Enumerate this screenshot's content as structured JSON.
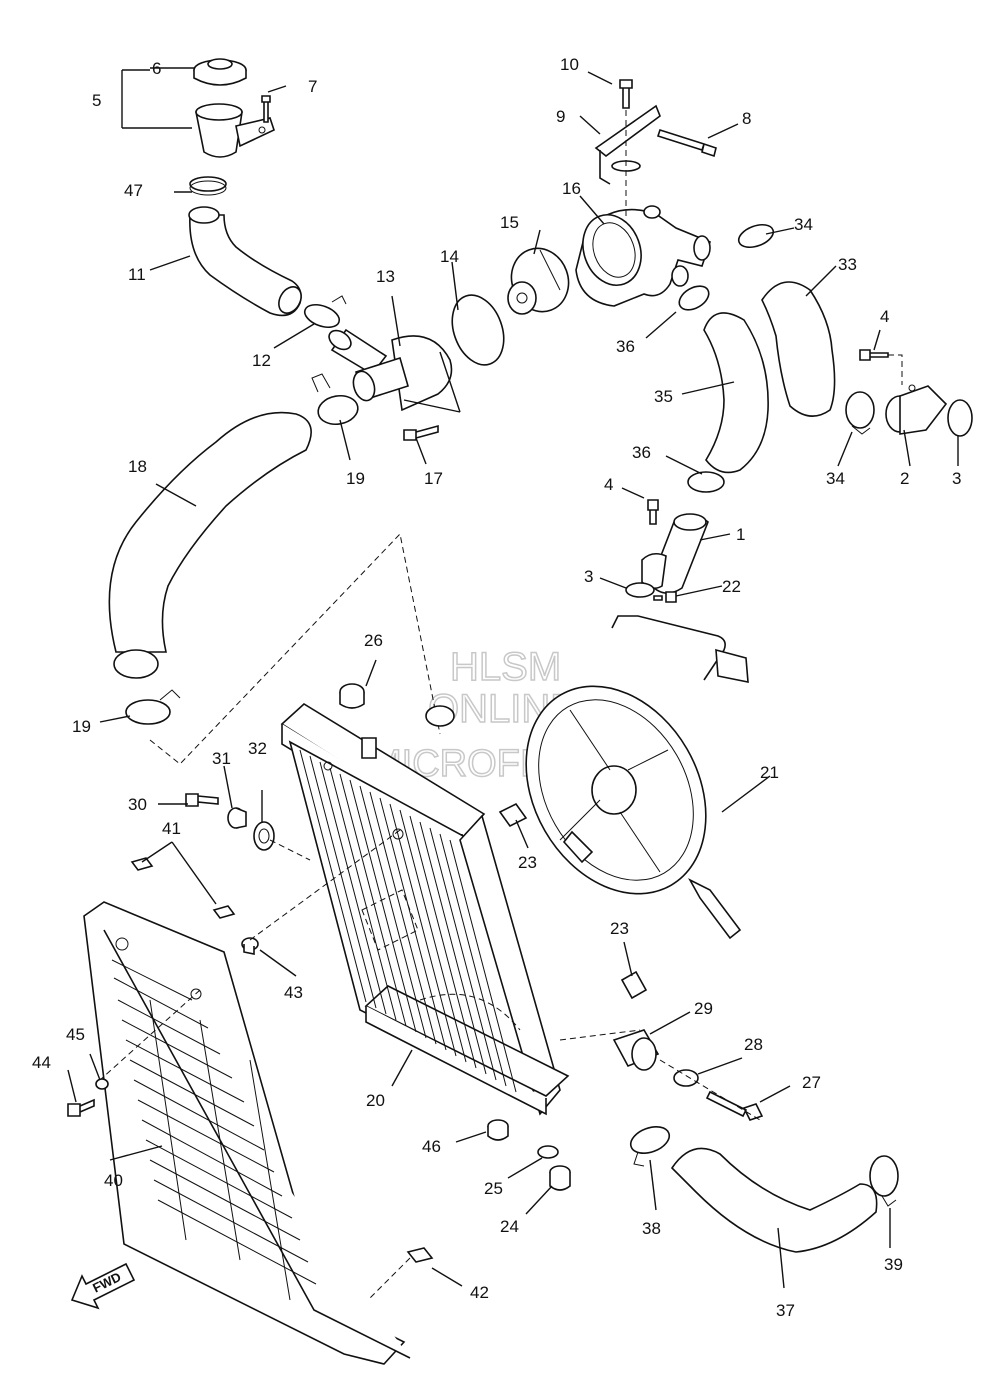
{
  "callouts": [
    {
      "id": "c1",
      "text": "1"
    },
    {
      "id": "c2",
      "text": "2"
    },
    {
      "id": "c3a",
      "text": "3"
    },
    {
      "id": "c3b",
      "text": "3"
    },
    {
      "id": "c4a",
      "text": "4"
    },
    {
      "id": "c4b",
      "text": "4"
    },
    {
      "id": "c5",
      "text": "5"
    },
    {
      "id": "c6",
      "text": "6"
    },
    {
      "id": "c7",
      "text": "7"
    },
    {
      "id": "c8",
      "text": "8"
    },
    {
      "id": "c9",
      "text": "9"
    },
    {
      "id": "c10",
      "text": "10"
    },
    {
      "id": "c11",
      "text": "11"
    },
    {
      "id": "c12",
      "text": "12"
    },
    {
      "id": "c13",
      "text": "13"
    },
    {
      "id": "c14",
      "text": "14"
    },
    {
      "id": "c15",
      "text": "15"
    },
    {
      "id": "c16",
      "text": "16"
    },
    {
      "id": "c17",
      "text": "17"
    },
    {
      "id": "c18",
      "text": "18"
    },
    {
      "id": "c19a",
      "text": "19"
    },
    {
      "id": "c19b",
      "text": "19"
    },
    {
      "id": "c20",
      "text": "20"
    },
    {
      "id": "c21",
      "text": "21"
    },
    {
      "id": "c22",
      "text": "22"
    },
    {
      "id": "c23a",
      "text": "23"
    },
    {
      "id": "c23b",
      "text": "23"
    },
    {
      "id": "c24",
      "text": "24"
    },
    {
      "id": "c25",
      "text": "25"
    },
    {
      "id": "c26",
      "text": "26"
    },
    {
      "id": "c27",
      "text": "27"
    },
    {
      "id": "c28",
      "text": "28"
    },
    {
      "id": "c29",
      "text": "29"
    },
    {
      "id": "c30",
      "text": "30"
    },
    {
      "id": "c31",
      "text": "31"
    },
    {
      "id": "c32",
      "text": "32"
    },
    {
      "id": "c33",
      "text": "33"
    },
    {
      "id": "c34a",
      "text": "34"
    },
    {
      "id": "c34b",
      "text": "34"
    },
    {
      "id": "c35",
      "text": "35"
    },
    {
      "id": "c36a",
      "text": "36"
    },
    {
      "id": "c36b",
      "text": "36"
    },
    {
      "id": "c37",
      "text": "37"
    },
    {
      "id": "c38",
      "text": "38"
    },
    {
      "id": "c39",
      "text": "39"
    },
    {
      "id": "c40",
      "text": "40"
    },
    {
      "id": "c41",
      "text": "41"
    },
    {
      "id": "c42",
      "text": "42"
    },
    {
      "id": "c43",
      "text": "43"
    },
    {
      "id": "c44",
      "text": "44"
    },
    {
      "id": "c45",
      "text": "45"
    },
    {
      "id": "c46",
      "text": "46"
    },
    {
      "id": "c47",
      "text": "47"
    }
  ],
  "watermark": {
    "line1": "HLSM",
    "line2": "ONLINE",
    "line3": "MICROFICHE"
  },
  "fwd_label": "FWD",
  "colors": {
    "ink": "#111111",
    "watermark": "#c8c8c8",
    "background": "#ffffff"
  }
}
